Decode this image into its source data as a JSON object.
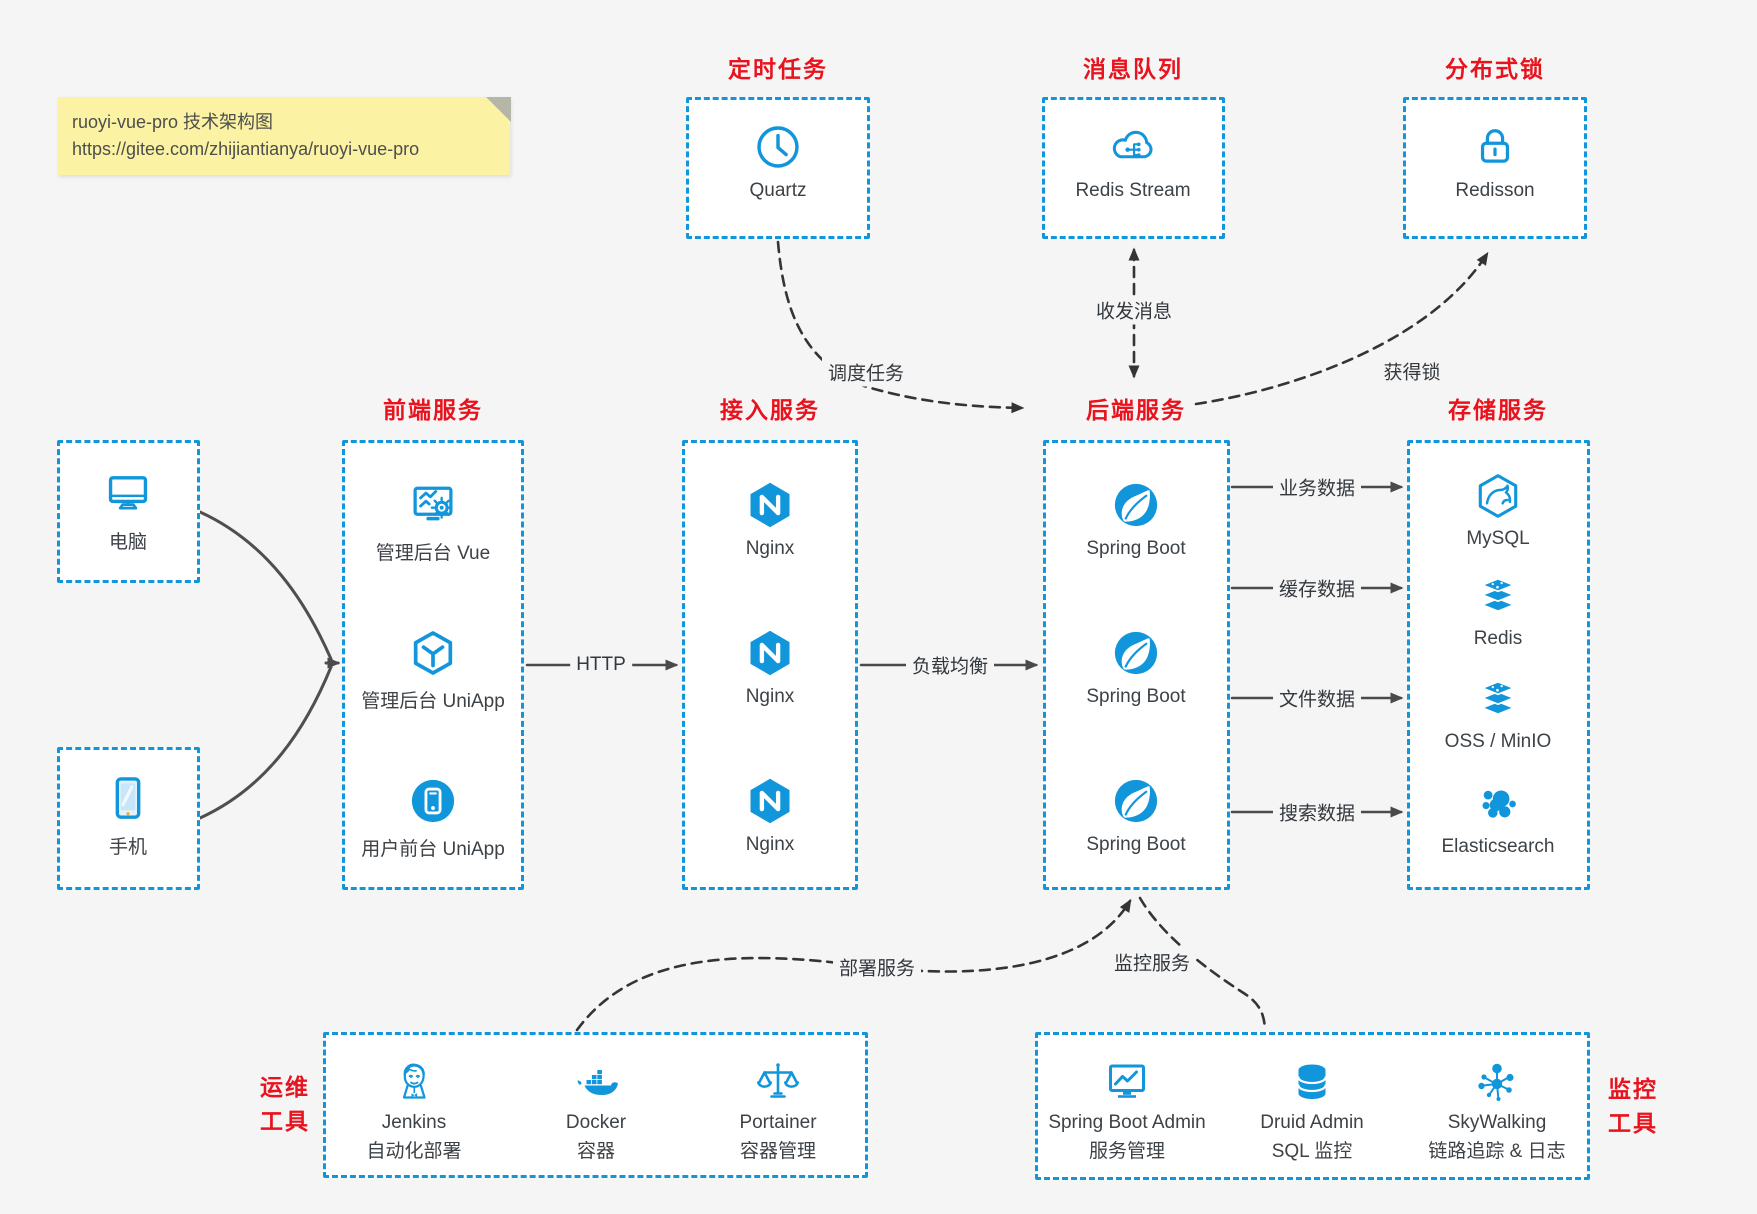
{
  "note": {
    "line1": "ruoyi-vue-pro 技术架构图",
    "line2": "https://gitee.com/zhijiantianya/ruoyi-vue-pro"
  },
  "top_groups": [
    {
      "title": "定时任务",
      "node": {
        "icon": "clock-icon",
        "label": "Quartz"
      }
    },
    {
      "title": "消息队列",
      "node": {
        "icon": "cloud-network-icon",
        "label": "Redis Stream"
      }
    },
    {
      "title": "分布式锁",
      "node": {
        "icon": "lock-icon",
        "label": "Redisson"
      }
    }
  ],
  "clients": [
    {
      "icon": "desktop-icon",
      "label": "电脑"
    },
    {
      "icon": "phone-icon",
      "label": "手机"
    }
  ],
  "columns": [
    {
      "title": "前端服务",
      "items": [
        {
          "icon": "admin-vue-icon",
          "label": "管理后台 Vue"
        },
        {
          "icon": "uniapp-cube-icon",
          "label": "管理后台 UniApp"
        },
        {
          "icon": "user-app-icon",
          "label": "用户前台 UniApp"
        }
      ]
    },
    {
      "title": "接入服务",
      "items": [
        {
          "icon": "nginx-icon",
          "label": "Nginx"
        },
        {
          "icon": "nginx-icon",
          "label": "Nginx"
        },
        {
          "icon": "nginx-icon",
          "label": "Nginx"
        }
      ]
    },
    {
      "title": "后端服务",
      "items": [
        {
          "icon": "spring-boot-icon",
          "label": "Spring Boot"
        },
        {
          "icon": "spring-boot-icon",
          "label": "Spring Boot"
        },
        {
          "icon": "spring-boot-icon",
          "label": "Spring Boot"
        }
      ]
    },
    {
      "title": "存储服务",
      "items": [
        {
          "icon": "mysql-icon",
          "label": "MySQL"
        },
        {
          "icon": "redis-icon",
          "label": "Redis"
        },
        {
          "icon": "object-storage-icon",
          "label": "OSS / MinIO"
        },
        {
          "icon": "elasticsearch-icon",
          "label": "Elasticsearch"
        }
      ]
    }
  ],
  "bottom_groups": [
    {
      "title_lines": [
        "运维",
        "工具"
      ],
      "items": [
        {
          "icon": "jenkins-icon",
          "label": "Jenkins",
          "sublabel": "自动化部署"
        },
        {
          "icon": "docker-icon",
          "label": "Docker",
          "sublabel": "容器"
        },
        {
          "icon": "portainer-icon",
          "label": "Portainer",
          "sublabel": "容器管理"
        }
      ]
    },
    {
      "title_lines": [
        "监控",
        "工具"
      ],
      "items": [
        {
          "icon": "spring-boot-admin-icon",
          "label": "Spring Boot Admin",
          "sublabel": "服务管理"
        },
        {
          "icon": "druid-icon",
          "label": "Druid Admin",
          "sublabel": "SQL 监控"
        },
        {
          "icon": "skywalking-icon",
          "label": "SkyWalking",
          "sublabel": "链路追踪 & 日志"
        }
      ]
    }
  ],
  "edges": {
    "schedule": "调度任务",
    "message": "收发消息",
    "lock": "获得锁",
    "http": "HTTP",
    "load_balance": "负载均衡",
    "business": "业务数据",
    "cache": "缓存数据",
    "file": "文件数据",
    "search": "搜索数据",
    "deploy": "部署服务",
    "monitor": "监控服务"
  },
  "colors": {
    "accent_blue": "#1296db",
    "title_red": "#e8131d",
    "note_bg": "#fbf3a3",
    "page_bg": "#f5f5f6",
    "line_dark": "#4a4a4a"
  }
}
